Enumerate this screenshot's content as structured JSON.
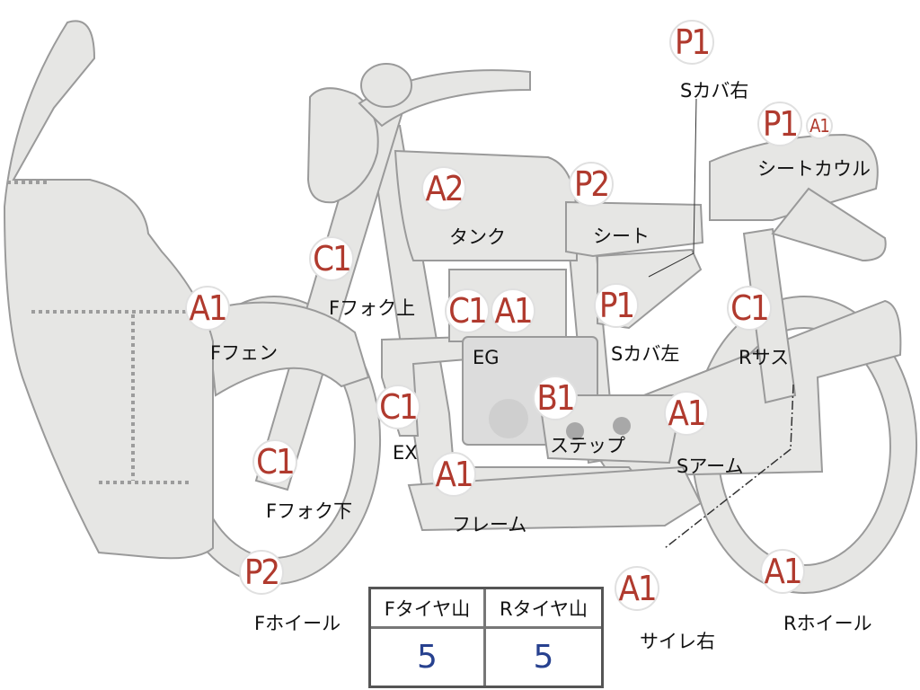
{
  "diagram": {
    "colors": {
      "part_fill": "#e6e6e4",
      "part_stroke": "#9a9a9a",
      "code_text": "#b03a2e",
      "value_text": "#27418f"
    },
    "parts": [
      {
        "id": "s-cover-right",
        "code": "P1",
        "code2": "",
        "label": "Sカバ右"
      },
      {
        "id": "seat-cowl",
        "code": "P1",
        "code2": "A1",
        "label": "シートカウル"
      },
      {
        "id": "tank",
        "code": "A2",
        "code2": "",
        "label": "タンク"
      },
      {
        "id": "seat",
        "code": "P2",
        "code2": "",
        "label": "シート"
      },
      {
        "id": "front-fork-upper",
        "code": "C1",
        "code2": "",
        "label": "Fフォク上"
      },
      {
        "id": "front-fender",
        "code": "A1",
        "code2": "",
        "label": "Fフェン"
      },
      {
        "id": "engine",
        "code": "C1",
        "code2": "A1",
        "label": "EG"
      },
      {
        "id": "s-cover-left",
        "code": "P1",
        "code2": "",
        "label": "Sカバ左"
      },
      {
        "id": "rear-suspension",
        "code": "C1",
        "code2": "",
        "label": "Rサス"
      },
      {
        "id": "exhaust",
        "code": "C1",
        "code2": "",
        "label": "EX"
      },
      {
        "id": "step",
        "code": "B1",
        "code2": "",
        "label": "ステップ"
      },
      {
        "id": "swing-arm",
        "code": "A1",
        "code2": "",
        "label": "Sアーム"
      },
      {
        "id": "front-fork-lower",
        "code": "C1",
        "code2": "",
        "label": "Fフォク下"
      },
      {
        "id": "frame",
        "code": "A1",
        "code2": "",
        "label": "フレーム"
      },
      {
        "id": "front-wheel",
        "code": "P2",
        "code2": "",
        "label": "Fホイール"
      },
      {
        "id": "silencer-right",
        "code": "A1",
        "code2": "",
        "label": "サイレ右"
      },
      {
        "id": "rear-wheel",
        "code": "A1",
        "code2": "",
        "label": "Rホイール"
      }
    ]
  },
  "tire_table": {
    "headers": [
      "Fタイヤ山",
      "Rタイヤ山"
    ],
    "values": [
      "5",
      "5"
    ]
  }
}
